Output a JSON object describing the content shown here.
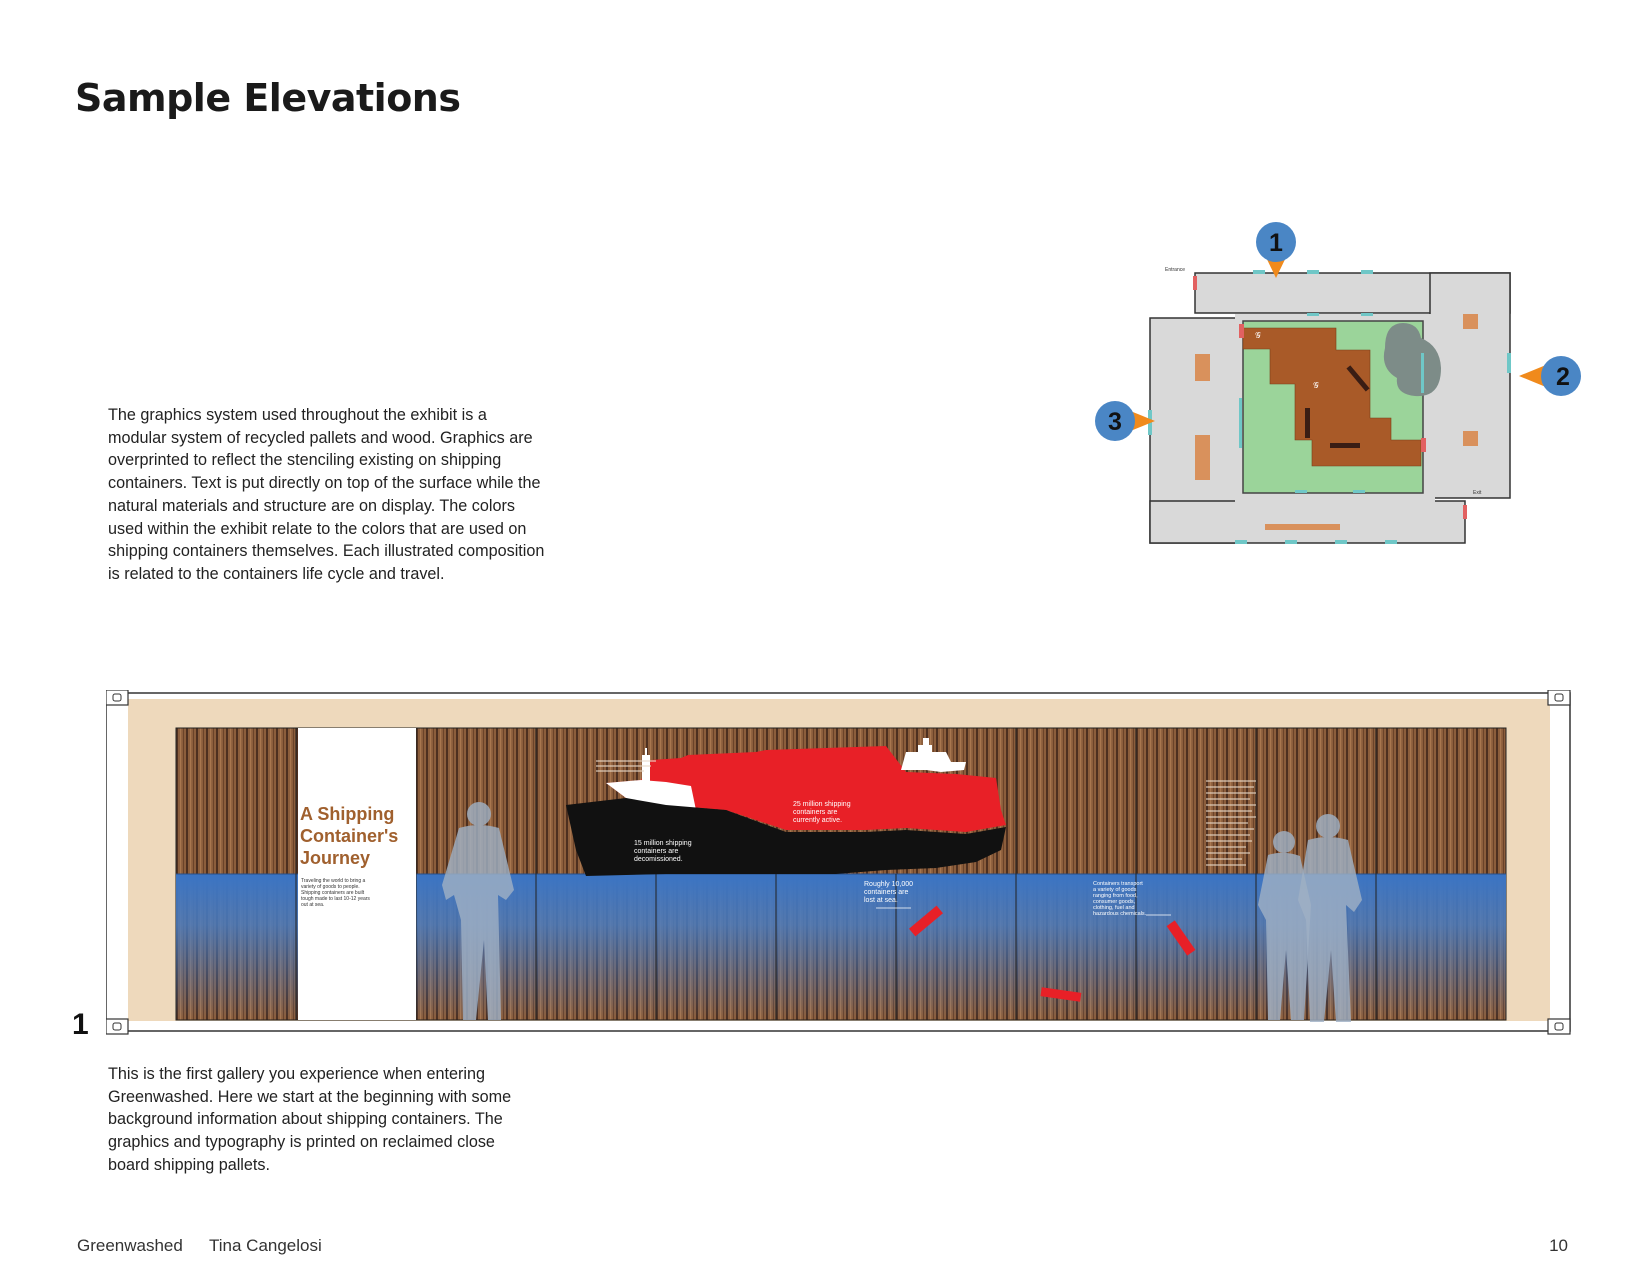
{
  "page": {
    "title": "Sample Elevations",
    "intro": "The graphics system used throughout the exhibit is a modular system of recycled pallets and wood. Graphics are overprinted to reflect the stenciling existing on shipping containers. Text is put directly on top of the surface while the natural materials and structure are on display. The colors used within the exhibit relate to the colors that are used on shipping containers themselves. Each illustrated composition is related to the containers life cycle and travel.",
    "gallery_description": "This is the first gallery you experience when entering Greenwashed. Here we start at the beginning with some background information about shipping containers. The graphics and typography is printed on reclaimed close board shipping pallets."
  },
  "floor_plan": {
    "markers": [
      {
        "number": "1"
      },
      {
        "number": "2"
      },
      {
        "number": "3"
      }
    ],
    "entrance_label": "Entrance",
    "exit_label": "Exit"
  },
  "elevation": {
    "number": "1",
    "panel_title_lines": [
      "A Shipping",
      "Container's",
      "Journey"
    ],
    "panel_body_lines": [
      "Traveling the world to bring a",
      "variety of goods to people.",
      "Shipping containers are built",
      "tough made to last 10-12 years",
      "out at sea."
    ],
    "stat_decommissioned_lines": [
      "15 million shipping",
      "containers are",
      "decomissioned."
    ],
    "stat_active_lines": [
      "25 million shipping",
      "containers are",
      "currently active."
    ],
    "stat_lost_lines": [
      "Roughly 10,000",
      "containers are",
      "lost at sea."
    ],
    "stat_goods_lines": [
      "Containers transport",
      "a variety of goods",
      "ranging from food,",
      "consumer goods,",
      "clothing, fuel and",
      "hazardous chemicals."
    ]
  },
  "footer": {
    "project": "Greenwashed",
    "author": "Tina Cangelosi",
    "page_number": "10"
  },
  "colors": {
    "marker_blue": "#4a86c5",
    "marker_orange": "#f08a1c",
    "ship_red": "#e82027",
    "water_blue": "#3a74c4",
    "wood_brown": "#8a5a3a",
    "floor_grey": "#d9d9d9",
    "floor_green": "#9bd49a",
    "platform_brown": "#a95a28"
  }
}
